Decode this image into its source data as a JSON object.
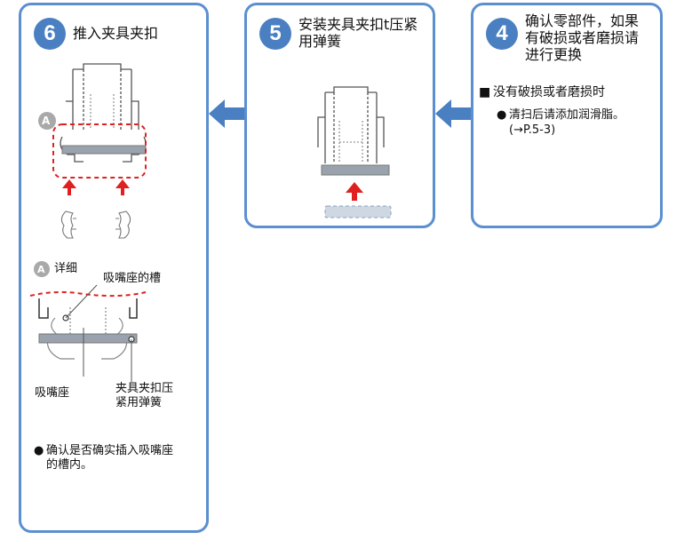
{
  "colors": {
    "panel_border": "#5b8fd0",
    "step_badge": "#4a7fc1",
    "flow_arrow": "#4a7fc1",
    "push_arrow": "#e02020",
    "highlight_dash": "#e02020",
    "spring_bar": "#9aa3ad"
  },
  "steps": [
    {
      "number": "6",
      "title": "推入夹具夹扣",
      "detail_marker": "A",
      "detail_heading": "详细",
      "labels": {
        "nozzle_groove": "吸嘴座的槽",
        "nozzle_holder": "吸嘴座",
        "clip_spring_line1": "夹具夹扣压",
        "clip_spring_line2": "紧用弹簧"
      },
      "note_bullet": "●",
      "note_line1": "确认是否确实插入吸嘴座",
      "note_line2": "的槽内。"
    },
    {
      "number": "5",
      "title_line1": "安装夹具夹扣t压紧",
      "title_line2": "用弹簧"
    },
    {
      "number": "4",
      "title_line1": "确认零部件，如果",
      "title_line2": "有破损或者磨损请",
      "title_line3": "进行更换",
      "condition_marker": "■",
      "condition": "没有破损或者磨损时",
      "action_bullet": "●",
      "action": "清扫后请添加润滑脂。",
      "reference": "(→P.5-3)"
    }
  ],
  "icons": [
    "left-arrow-icon",
    "up-arrow-icon",
    "bullet-icon",
    "square-bullet-icon"
  ]
}
